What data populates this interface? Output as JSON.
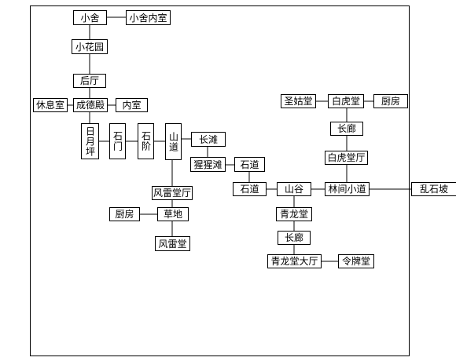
{
  "colors": {
    "line": "#000000",
    "box_border": "#000000",
    "background": "#ffffff"
  },
  "nodes": {
    "xiaoshe": "小舍",
    "xiaoshe_neishi": "小舍内室",
    "xiaohuayuan": "小花园",
    "houting": "后厅",
    "xiuxishi": "休息室",
    "chengdedian": "成德殿",
    "neishi": "内室",
    "riyueping": "日月坪",
    "shimen": "石门",
    "shijie": "石阶",
    "shandao_vertical": "山道",
    "changtan": "长滩",
    "xingxingtan": "猩猩滩",
    "shidao_upper": "石道",
    "shidao_lower": "石道",
    "fengleitangting": "风雷堂厅",
    "chufang_left": "厨房",
    "caodi": "草地",
    "fengleitang": "风雷堂",
    "shengguitang": "圣姑堂",
    "baihutang": "白虎堂",
    "chufang_right": "厨房",
    "changlang_upper": "长廊",
    "baihutangting": "白虎堂厅",
    "shangu": "山谷",
    "linjianxiaodao": "林间小道",
    "luanshipo": "乱石坡",
    "qinglongtang": "青龙堂",
    "changlang_lower": "长廊",
    "qinglongtangdating": "青龙堂大厅",
    "linpaitang": "令牌堂"
  }
}
